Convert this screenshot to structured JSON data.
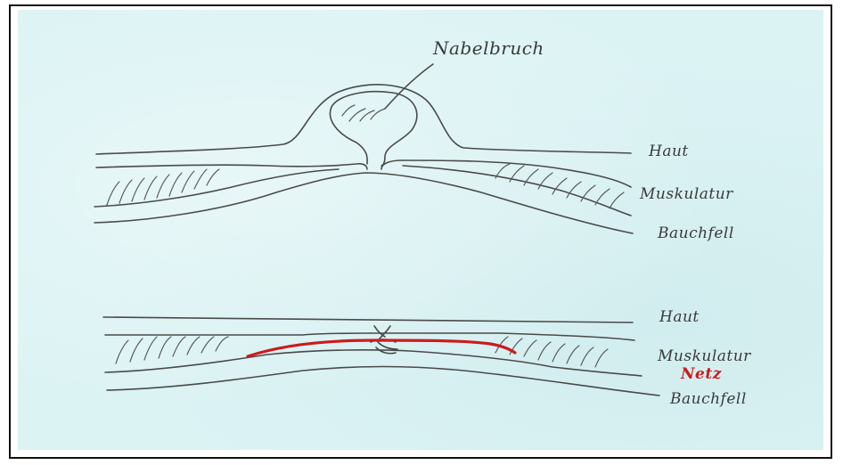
{
  "diagram": {
    "top": {
      "callout": "Nabelbruch",
      "skin_label": "Haut",
      "muscle_label": "Muskulatur",
      "peritoneum_label": "Bauchfell"
    },
    "bottom": {
      "skin_label": "Haut",
      "muscle_label": "Muskulatur",
      "mesh_label": "Netz",
      "peritoneum_label": "Bauchfell"
    },
    "colors": {
      "paper": "#dcf3f4",
      "ink": "#4a4a4a",
      "mesh": "#cc1b1b"
    }
  }
}
